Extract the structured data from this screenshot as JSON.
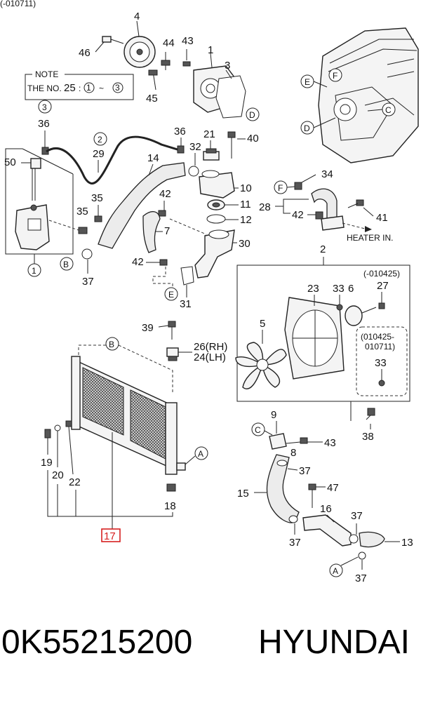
{
  "header": {
    "date_code": "(-010711)"
  },
  "note": {
    "title": "NOTE",
    "text": "THE NO.",
    "number": "25",
    "range_from": "1",
    "range_to": "3",
    "sep": ":",
    "tilde": "~"
  },
  "callouts": {
    "n1": "1",
    "n2": "2",
    "n3": "3",
    "n4": "4",
    "n5": "5",
    "n6": "6",
    "n7": "7",
    "n8": "8",
    "n9": "9",
    "n10": "10",
    "n11": "11",
    "n12": "12",
    "n13": "13",
    "n14": "14",
    "n15": "15",
    "n16": "16",
    "n18": "18",
    "n19": "19",
    "n20": "20",
    "n21": "21",
    "n22": "22",
    "n23": "23",
    "n24": "24(LH)",
    "n26": "26(RH)",
    "n27": "27",
    "n28": "28",
    "n29": "29",
    "n30": "30",
    "n31": "31",
    "n32": "32",
    "n33": "33",
    "n33b": "33",
    "n34": "34",
    "n35": "35",
    "n35b": "35",
    "n36": "36",
    "n36b": "36",
    "n37a": "37",
    "n37b": "37",
    "n37c": "37",
    "n37d": "37",
    "n37e": "37",
    "n38": "38",
    "n39": "39",
    "n40": "40",
    "n41": "41",
    "n42a": "42",
    "n42b": "42",
    "n42c": "42",
    "n43": "43",
    "n43b": "43",
    "n44": "44",
    "n45": "45",
    "n46": "46",
    "n47": "47",
    "n50": "50"
  },
  "circled": {
    "c1": "1",
    "c2": "2",
    "c3": "3",
    "c1b": "1",
    "A1": "A",
    "A2": "A",
    "B1": "B",
    "B2": "B",
    "C1": "C",
    "C2": "C",
    "D1": "D",
    "D2": "D",
    "E1": "E",
    "E2": "E",
    "F1": "F",
    "F2": "F"
  },
  "highlighted_part": {
    "number": "17",
    "color": "#d62020"
  },
  "fan_dates": {
    "a": "(-010425)",
    "b": "(010425-",
    "c": "010711)"
  },
  "heater": "HEATER IN.",
  "footer": {
    "part_number": "0K55215200",
    "brand": "HYUNDAI"
  }
}
